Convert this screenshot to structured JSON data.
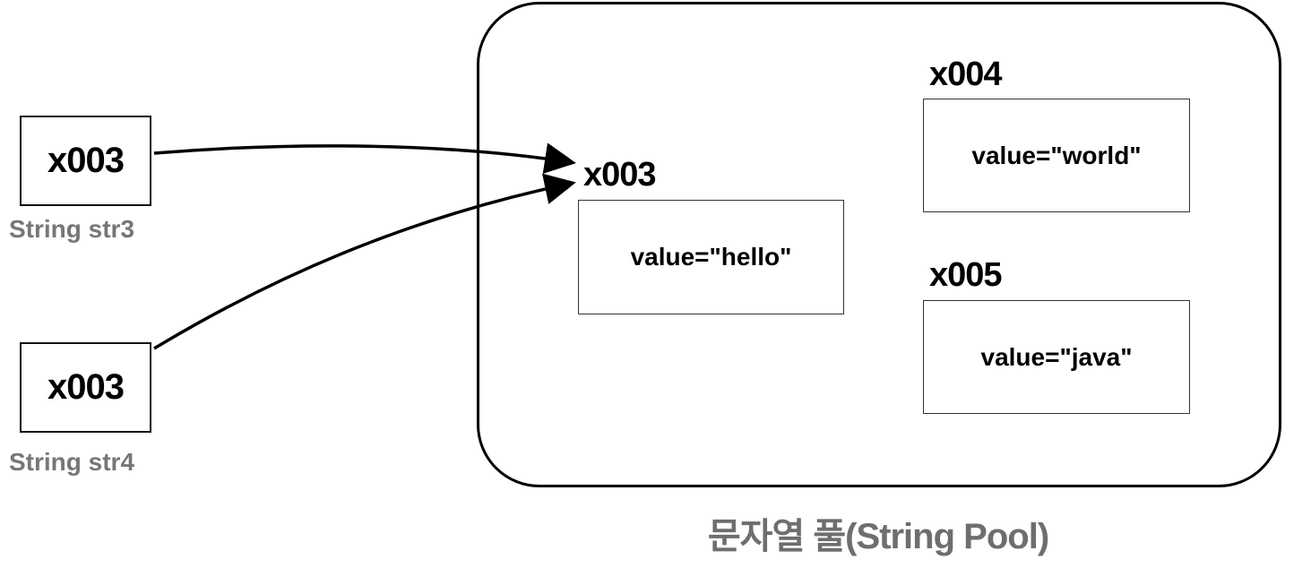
{
  "refs": [
    {
      "value": "x003",
      "label": "String str3"
    },
    {
      "value": "x003",
      "label": "String str4"
    }
  ],
  "pool": {
    "caption": "문자열 풀(String Pool)",
    "entries": [
      {
        "address": "x003",
        "content": "value=\"hello\""
      },
      {
        "address": "x004",
        "content": "value=\"world\""
      },
      {
        "address": "x005",
        "content": "value=\"java\""
      }
    ]
  },
  "colors": {
    "label_gray": "#777777",
    "caption_gray": "#6e6e6e",
    "line": "#000000"
  }
}
